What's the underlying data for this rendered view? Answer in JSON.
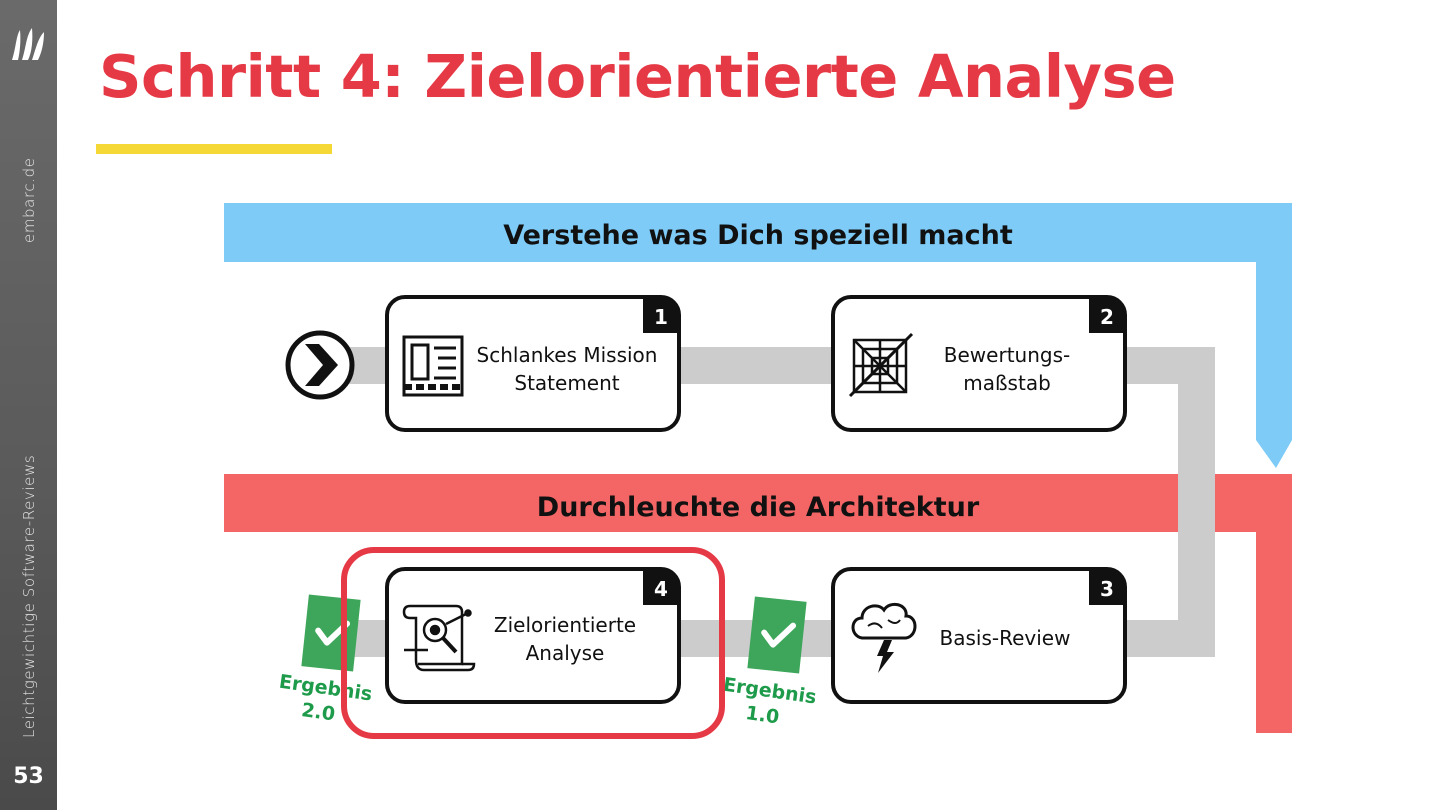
{
  "slide": {
    "title": "Schritt 4: Zielorientierte Analyse",
    "page_number": "53",
    "sidebar_top_text": "embarc.de",
    "sidebar_bottom_text": "Leichtgewichtige Software-Reviews"
  },
  "diagram": {
    "band_top_label": "Verstehe was Dich speziell macht",
    "band_bottom_label": "Durchleuchte die Architektur",
    "steps": [
      {
        "number": "1",
        "line1": "Schlankes Mission",
        "line2": "Statement",
        "icon": "mission-statement-icon"
      },
      {
        "number": "2",
        "line1": "Bewertungs-",
        "line2": "maßstab",
        "icon": "web-icon"
      },
      {
        "number": "3",
        "line1": "Basis-Review",
        "line2": "",
        "icon": "storm-brain-icon"
      },
      {
        "number": "4",
        "line1": "Zielorientierte",
        "line2": "Analyse",
        "icon": "scroll-analysis-icon"
      }
    ],
    "results": [
      {
        "line1": "Ergebnis",
        "line2": "1.0"
      },
      {
        "line1": "Ergebnis",
        "line2": "2.0"
      }
    ],
    "colors": {
      "blue_band": "#7ecbf7",
      "red_band": "#f46565",
      "connector": "#cccccc",
      "highlight": "#e63946",
      "check_green": "#3da65a",
      "result_text": "#1e9b4a",
      "title": "#e63946",
      "underline": "#f5d835"
    }
  }
}
